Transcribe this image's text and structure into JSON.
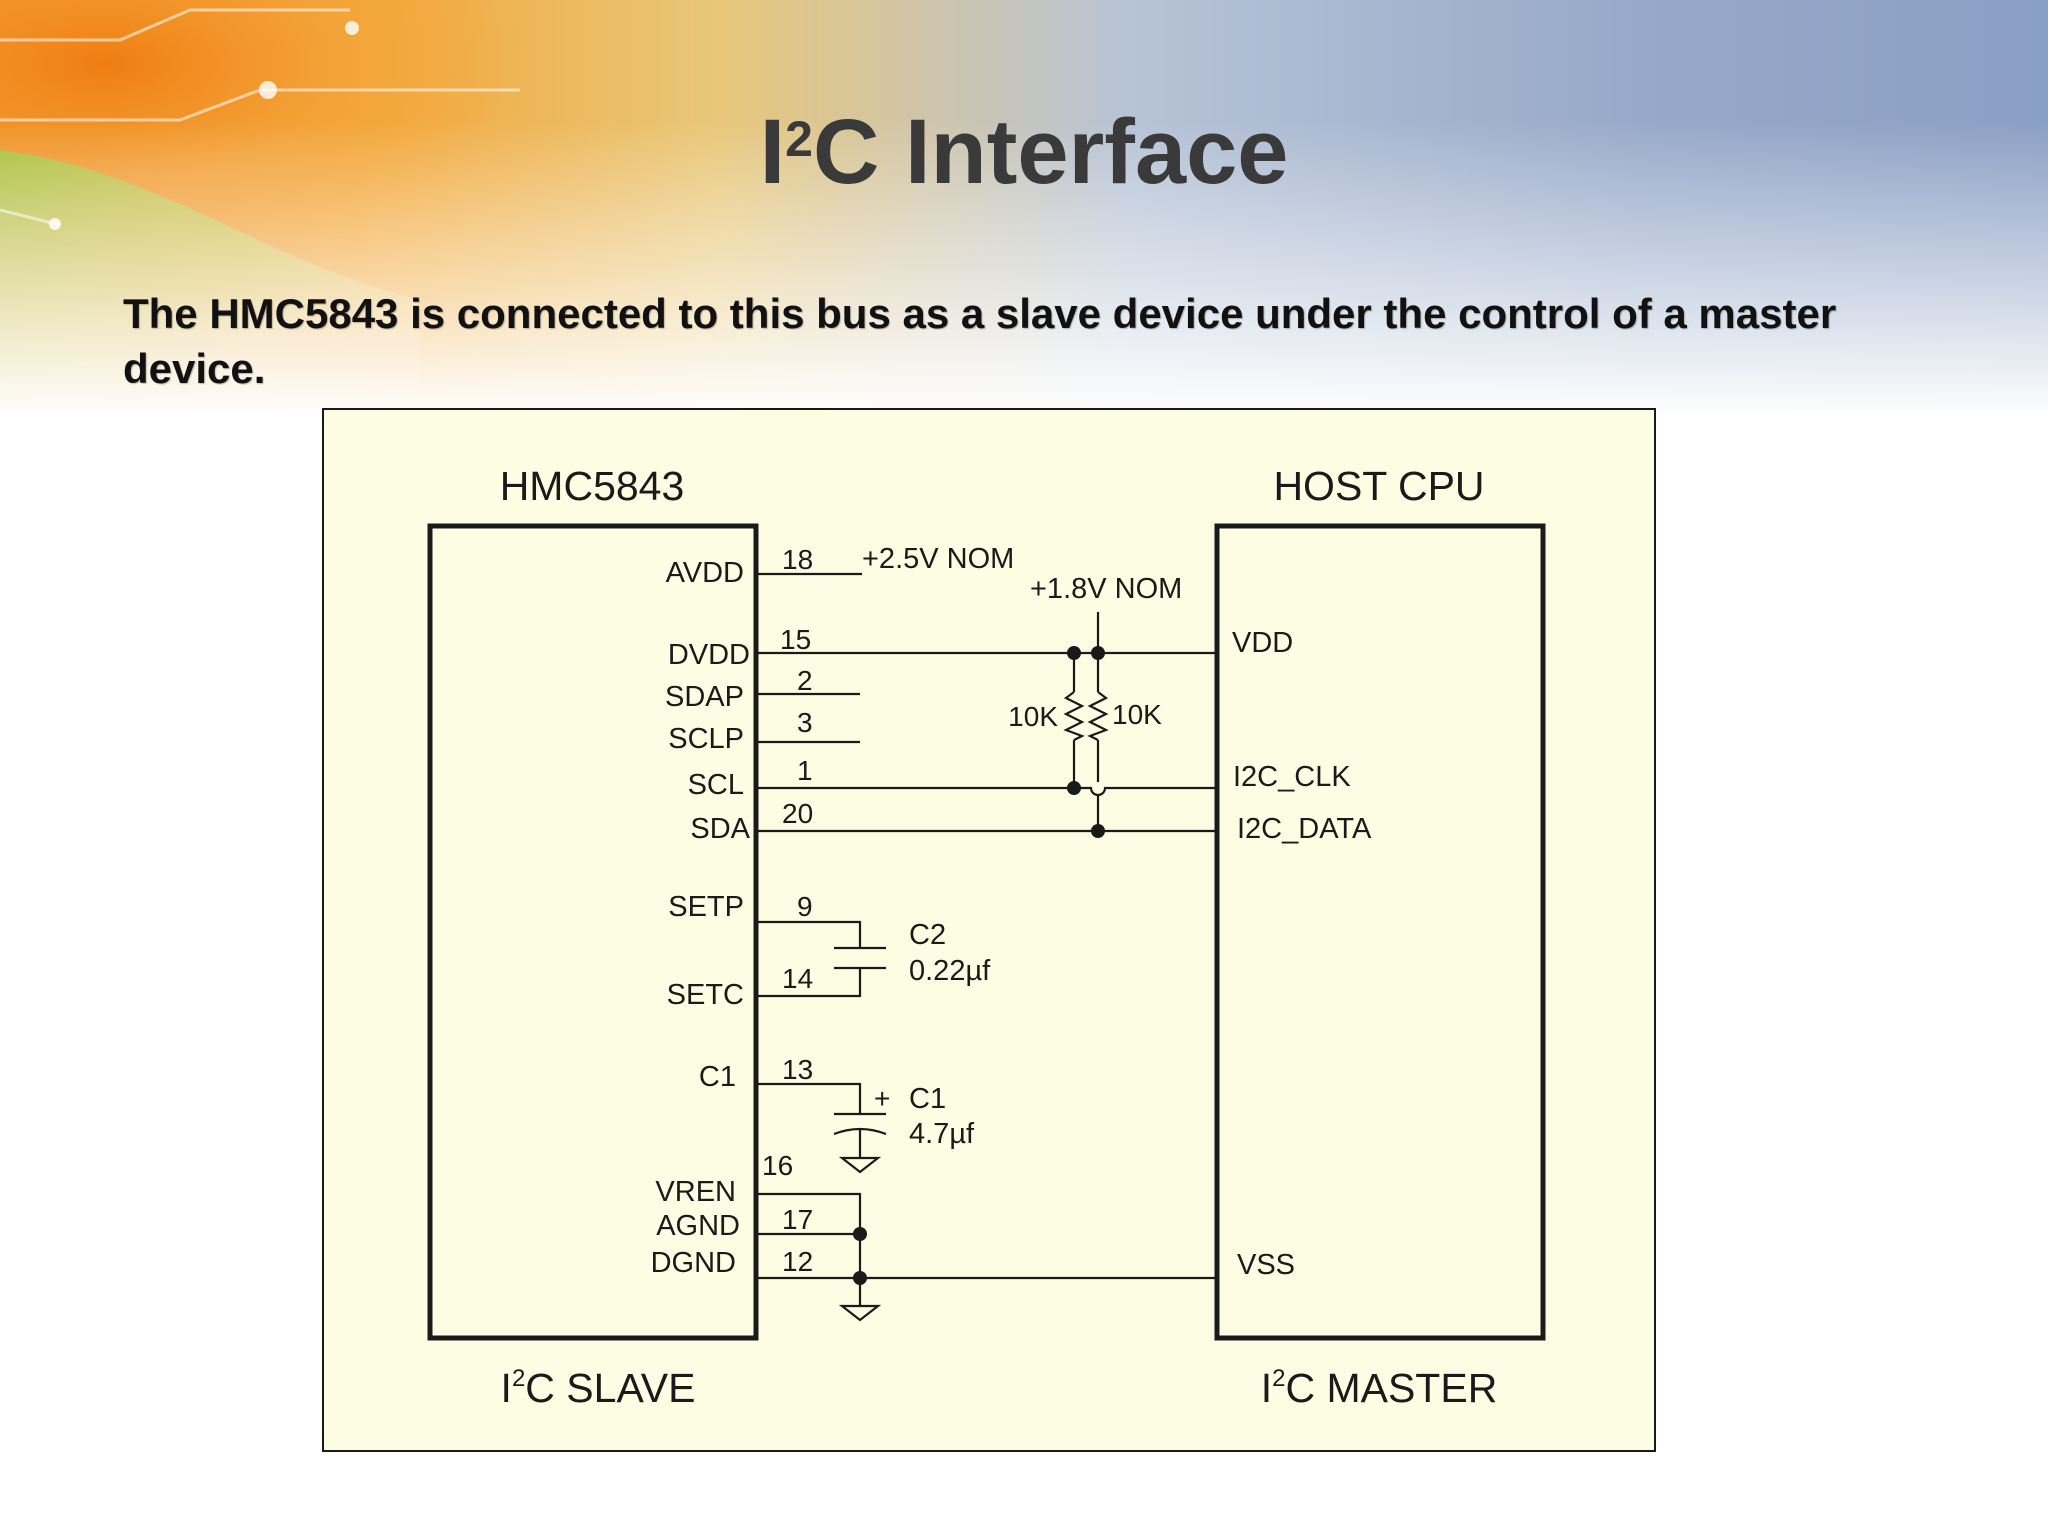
{
  "slide": {
    "title_main": "I",
    "title_sup": "2",
    "title_rest": "C Interface",
    "body": "The HMC5843 is connected to this bus as a slave device under the control of a master device."
  },
  "diagram": {
    "slave_chip": {
      "name": "HMC5843",
      "role_prefix": "I",
      "role_sup": "2",
      "role_rest": "C SLAVE"
    },
    "master_chip": {
      "name": "HOST CPU",
      "role_prefix": "I",
      "role_sup": "2",
      "role_rest": "C MASTER"
    },
    "slave_pins": [
      {
        "label": "AVDD",
        "number": "18"
      },
      {
        "label": "DVDD",
        "number": "15"
      },
      {
        "label": "SDAP",
        "number": "2"
      },
      {
        "label": "SCLP",
        "number": "3"
      },
      {
        "label": "SCL",
        "number": "1"
      },
      {
        "label": "SDA",
        "number": "20"
      },
      {
        "label": "SETP",
        "number": "9"
      },
      {
        "label": "SETC",
        "number": "14"
      },
      {
        "label": "C1",
        "number": "13"
      },
      {
        "label": "VREN",
        "number": "16"
      },
      {
        "label": "AGND",
        "number": "17"
      },
      {
        "label": "DGND",
        "number": "12"
      }
    ],
    "master_pins": [
      {
        "label": "VDD"
      },
      {
        "label": "I2C_CLK"
      },
      {
        "label": "I2C_DATA"
      },
      {
        "label": "VSS"
      }
    ],
    "rails": {
      "avdd_rail": "+2.5V NOM",
      "dvdd_rail": "+1.8V NOM"
    },
    "resistors": [
      {
        "value": "10K"
      },
      {
        "value": "10K"
      }
    ],
    "capacitors": [
      {
        "name": "C2",
        "value": "0.22µf"
      },
      {
        "name": "C1",
        "value": "4.7µf",
        "polarity": "+"
      }
    ],
    "colors": {
      "panel_fill": "#fdfde4",
      "line": "#1a1a1a"
    }
  }
}
